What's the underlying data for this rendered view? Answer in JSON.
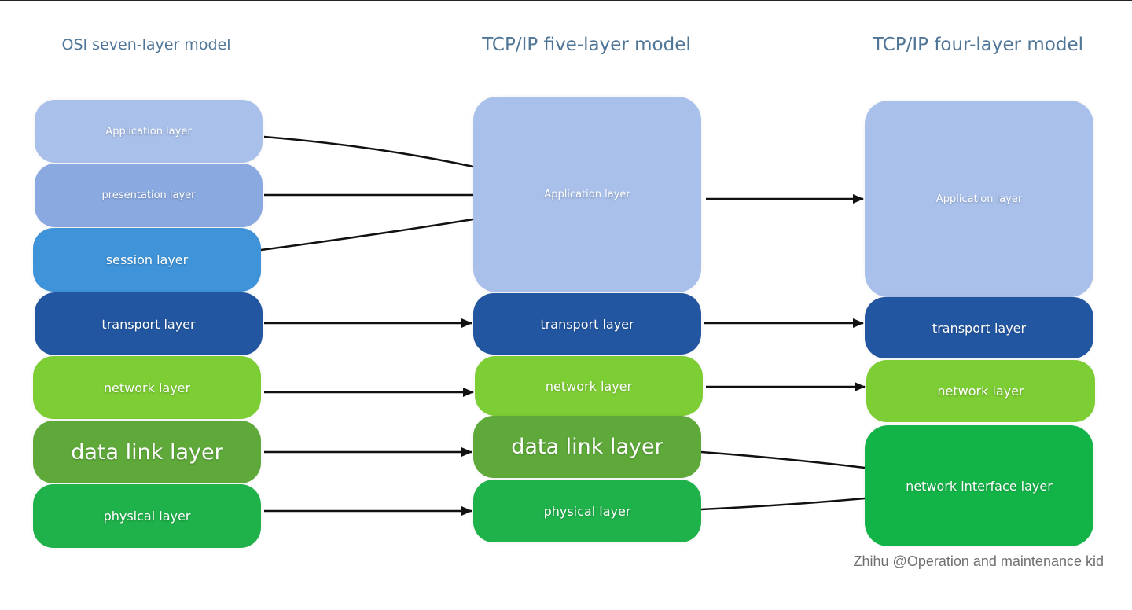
{
  "columns": {
    "osi": {
      "title": "OSI seven-layer model",
      "layers": {
        "application": "Application layer",
        "presentation": "presentation layer",
        "session": "session layer",
        "transport": "transport layer",
        "network": "network layer",
        "data_link": "data link layer",
        "physical": "physical layer"
      }
    },
    "tcpip5": {
      "title": "TCP/IP five-layer model",
      "layers": {
        "application": "Application layer",
        "transport": "transport layer",
        "network": "network layer",
        "data_link": "data link layer",
        "physical": "physical layer"
      }
    },
    "tcpip4": {
      "title": "TCP/IP four-layer model",
      "layers": {
        "application": "Application layer",
        "transport": "transport layer",
        "network": "network layer",
        "network_interface": "network interface layer"
      }
    }
  },
  "credit": "Zhihu @Operation and maintenance kid",
  "colors": {
    "heading": "#4f7597",
    "application": "#a9c0ea",
    "presentation": "#8aa9e0",
    "session": "#3f93d8",
    "transport": "#2256a0",
    "network": "#7dcd34",
    "data_link": "#5ea93a",
    "physical": "#1fb14a",
    "network_interface": "#12b347",
    "connector": "#111111"
  }
}
